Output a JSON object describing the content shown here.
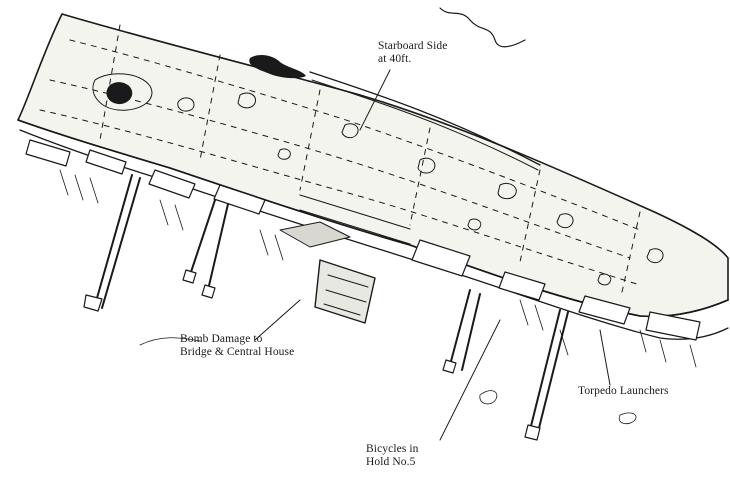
{
  "labels": {
    "starboard": {
      "line1": "Starboard Side",
      "line2": "at 40ft."
    },
    "bomb_damage": {
      "line1": "Bomb Damage to",
      "line2": "Bridge & Central House"
    },
    "torpedo": {
      "line1": "Torpedo Launchers"
    },
    "bicycles": {
      "line1": "Bicycles in",
      "line2": "Hold No.5"
    }
  },
  "colors": {
    "ink": "#1a1a1a",
    "paper": "#ffffff",
    "hull": "#f4f4ef"
  }
}
